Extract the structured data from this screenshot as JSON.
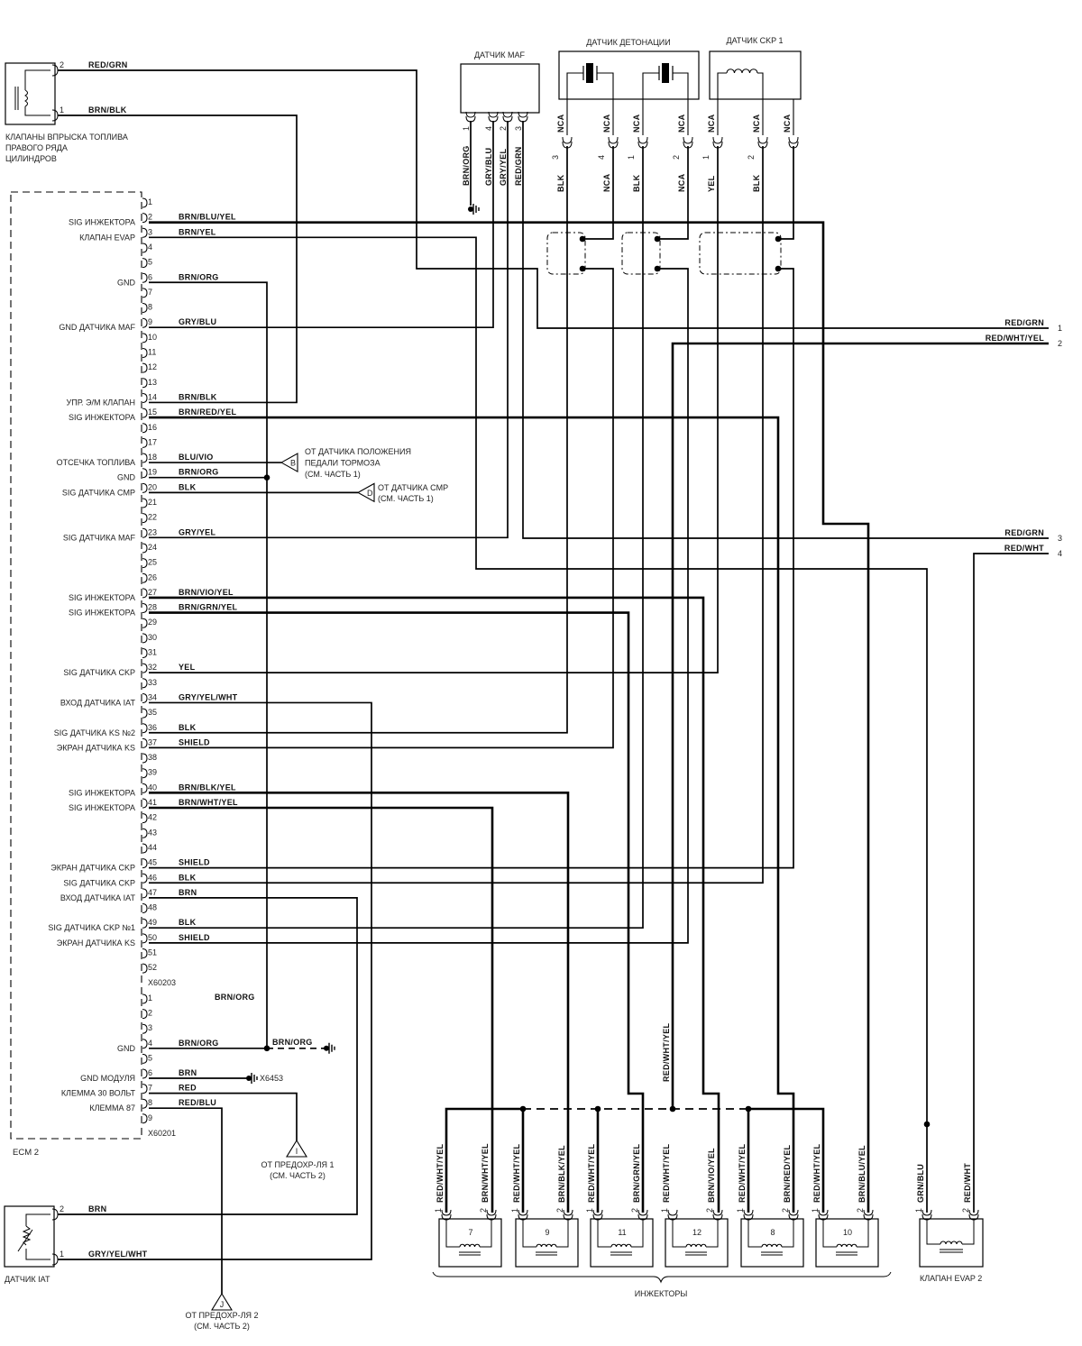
{
  "ecm": {
    "name": "ECM 2",
    "connector1": "X60203",
    "connector2": "X60201",
    "bridge_wire": "BRN/ORG",
    "pins1": [
      {
        "n": "1",
        "func": "",
        "wire": ""
      },
      {
        "n": "2",
        "func": "SIG ИНЖЕКТОРА",
        "wire": "BRN/BLU/YEL"
      },
      {
        "n": "3",
        "func": "КЛАПАН EVAP",
        "wire": "BRN/YEL"
      },
      {
        "n": "4",
        "func": "",
        "wire": ""
      },
      {
        "n": "5",
        "func": "",
        "wire": ""
      },
      {
        "n": "6",
        "func": "GND",
        "wire": "BRN/ORG"
      },
      {
        "n": "7",
        "func": "",
        "wire": ""
      },
      {
        "n": "8",
        "func": "",
        "wire": ""
      },
      {
        "n": "9",
        "func": "GND ДАТЧИКА MAF",
        "wire": "GRY/BLU"
      },
      {
        "n": "10",
        "func": "",
        "wire": ""
      },
      {
        "n": "11",
        "func": "",
        "wire": ""
      },
      {
        "n": "12",
        "func": "",
        "wire": ""
      },
      {
        "n": "13",
        "func": "",
        "wire": ""
      },
      {
        "n": "14",
        "func": "УПР. Э/М КЛАПАН",
        "wire": "BRN/BLK"
      },
      {
        "n": "15",
        "func": "SIG ИНЖЕКТОРА",
        "wire": "BRN/RED/YEL"
      },
      {
        "n": "16",
        "func": "",
        "wire": ""
      },
      {
        "n": "17",
        "func": "",
        "wire": ""
      },
      {
        "n": "18",
        "func": "ОТСЕЧКА ТОПЛИВА",
        "wire": "BLU/VIO"
      },
      {
        "n": "19",
        "func": "GND",
        "wire": "BRN/ORG"
      },
      {
        "n": "20",
        "func": "SIG ДАТЧИКА CMP",
        "wire": "BLK"
      },
      {
        "n": "21",
        "func": "",
        "wire": ""
      },
      {
        "n": "22",
        "func": "",
        "wire": ""
      },
      {
        "n": "23",
        "func": "SIG ДАТЧИКА MAF",
        "wire": "GRY/YEL"
      },
      {
        "n": "24",
        "func": "",
        "wire": ""
      },
      {
        "n": "25",
        "func": "",
        "wire": ""
      },
      {
        "n": "26",
        "func": "",
        "wire": ""
      },
      {
        "n": "27",
        "func": "SIG ИНЖЕКТОРА",
        "wire": "BRN/VIO/YEL"
      },
      {
        "n": "28",
        "func": "SIG ИНЖЕКТОРА",
        "wire": "BRN/GRN/YEL"
      },
      {
        "n": "29",
        "func": "",
        "wire": ""
      },
      {
        "n": "30",
        "func": "",
        "wire": ""
      },
      {
        "n": "31",
        "func": "",
        "wire": ""
      },
      {
        "n": "32",
        "func": "SIG ДАТЧИКА CKP",
        "wire": "YEL"
      },
      {
        "n": "33",
        "func": "",
        "wire": ""
      },
      {
        "n": "34",
        "func": "ВХОД ДАТЧИКА IAT",
        "wire": "GRY/YEL/WHT"
      },
      {
        "n": "35",
        "func": "",
        "wire": ""
      },
      {
        "n": "36",
        "func": "SIG ДАТЧИКА KS №2",
        "wire": "BLK"
      },
      {
        "n": "37",
        "func": "ЭКРАН ДАТЧИКА KS",
        "wire": "SHIELD"
      },
      {
        "n": "38",
        "func": "",
        "wire": ""
      },
      {
        "n": "39",
        "func": "",
        "wire": ""
      },
      {
        "n": "40",
        "func": "SIG ИНЖЕКТОРА",
        "wire": "BRN/BLK/YEL"
      },
      {
        "n": "41",
        "func": "SIG ИНЖЕКТОРА",
        "wire": "BRN/WHT/YEL"
      },
      {
        "n": "42",
        "func": "",
        "wire": ""
      },
      {
        "n": "43",
        "func": "",
        "wire": ""
      },
      {
        "n": "44",
        "func": "",
        "wire": ""
      },
      {
        "n": "45",
        "func": "ЭКРАН ДАТЧИКА CKP",
        "wire": "SHIELD"
      },
      {
        "n": "46",
        "func": "SIG ДАТЧИКА CKP",
        "wire": "BLK"
      },
      {
        "n": "47",
        "func": "ВХОД ДАТЧИКА IAT",
        "wire": "BRN"
      },
      {
        "n": "48",
        "func": "",
        "wire": ""
      },
      {
        "n": "49",
        "func": "SIG ДАТЧИКА CKP №1",
        "wire": "BLK"
      },
      {
        "n": "50",
        "func": "ЭКРАН ДАТЧИКА KS",
        "wire": "SHIELD"
      },
      {
        "n": "51",
        "func": "",
        "wire": ""
      },
      {
        "n": "52",
        "func": "",
        "wire": ""
      }
    ],
    "pins2": [
      {
        "n": "1",
        "func": "",
        "wire": ""
      },
      {
        "n": "2",
        "func": "",
        "wire": ""
      },
      {
        "n": "3",
        "func": "",
        "wire": ""
      },
      {
        "n": "4",
        "func": "GND",
        "wire": "BRN/ORG"
      },
      {
        "n": "5",
        "func": "",
        "wire": ""
      },
      {
        "n": "6",
        "func": "GND МОДУЛЯ",
        "wire": "BRN"
      },
      {
        "n": "7",
        "func": "КЛЕММА 30 ВОЛЬТ",
        "wire": "RED"
      },
      {
        "n": "8",
        "func": "КЛЕММА 87",
        "wire": "RED/BLU"
      },
      {
        "n": "9",
        "func": "",
        "wire": ""
      }
    ]
  },
  "ground": {
    "wire": "BRN/ORG",
    "module_ground_id": "X6453"
  },
  "fuel_valves": {
    "label_lines": [
      "КЛАПАНЫ ВПРЫСКА ТОПЛИВА",
      "ПРАВОГО РЯДА",
      "ЦИЛИНДРОВ"
    ],
    "pins": [
      {
        "n": "2",
        "wire": "RED/GRN"
      },
      {
        "n": "1",
        "wire": "BRN/BLK"
      }
    ]
  },
  "maf": {
    "title": "ДАТЧИК MAF",
    "pins": [
      {
        "n": "1",
        "wire": "BRN/ORG"
      },
      {
        "n": "4",
        "wire": "GRY/BLU"
      },
      {
        "n": "2",
        "wire": "GRY/YEL"
      },
      {
        "n": "3",
        "wire": "RED/GRN"
      }
    ]
  },
  "knock": {
    "title": "ДАТЧИК ДЕТОНАЦИИ",
    "pins": [
      {
        "side": "NCA",
        "n": "3",
        "wire": "BLK"
      },
      {
        "side": "NCA",
        "n": "4",
        "wire": "NCA"
      },
      {
        "side": "NCA",
        "n": "1",
        "wire": "BLK"
      },
      {
        "side": "NCA",
        "n": "2",
        "wire": "NCA"
      }
    ]
  },
  "ckp": {
    "title": "ДАТЧИК CKP 1",
    "pins": [
      {
        "side": "NCA",
        "n": "1",
        "wire": "YEL"
      },
      {
        "side": "NCA",
        "n": "2",
        "wire": "BLK"
      },
      {
        "side": "NCA"
      }
    ]
  },
  "outputs": [
    {
      "wire": "RED/GRN",
      "n": "1"
    },
    {
      "wire": "RED/WHT/YEL",
      "n": "2"
    },
    {
      "wire": "RED/GRN",
      "n": "3"
    },
    {
      "wire": "RED/WHT",
      "n": "4"
    }
  ],
  "refs": {
    "B": {
      "letter": "B",
      "lines": [
        "ОТ ДАТЧИКА ПОЛОЖЕНИЯ",
        "ПЕДАЛИ ТОРМОЗА",
        "(СМ. ЧАСТЬ 1)"
      ]
    },
    "D": {
      "letter": "D",
      "lines": [
        "ОТ ДАТЧИКА CMP",
        "(СМ. ЧАСТЬ 1)"
      ]
    },
    "I": {
      "letter": "I",
      "lines": [
        "ОТ ПРЕДОХР-ЛЯ 1",
        "(СМ. ЧАСТЬ 2)"
      ]
    },
    "J": {
      "letter": "J",
      "lines": [
        "ОТ ПРЕДОХР-ЛЯ 2",
        "(СМ. ЧАСТЬ 2)"
      ]
    }
  },
  "injectors": {
    "label": "ИНЖЕКТОРЫ",
    "bus_wire": "RED/WHT/YEL",
    "items": [
      {
        "num": "7",
        "pin1": "1",
        "wire1": "RED/WHT/YEL",
        "pin2": "2",
        "wire2": "BRN/WHT/YEL"
      },
      {
        "num": "9",
        "pin1": "1",
        "wire1": "RED/WHT/YEL",
        "pin2": "2",
        "wire2": "BRN/BLK/YEL"
      },
      {
        "num": "11",
        "pin1": "1",
        "wire1": "RED/WHT/YEL",
        "pin2": "2",
        "wire2": "BRN/GRN/YEL"
      },
      {
        "num": "12",
        "pin1": "1",
        "wire1": "RED/WHT/YEL",
        "pin2": "2",
        "wire2": "BRN/VIO/YEL"
      },
      {
        "num": "8",
        "pin1": "1",
        "wire1": "RED/WHT/YEL",
        "pin2": "2",
        "wire2": "BRN/RED/YEL"
      },
      {
        "num": "10",
        "pin1": "1",
        "wire1": "RED/WHT/YEL",
        "pin2": "2",
        "wire2": "BRN/BLU/YEL"
      }
    ]
  },
  "evap": {
    "label": "КЛАПАН EVAP 2",
    "pins": [
      {
        "n": "1",
        "wire": "GRN/BLU"
      },
      {
        "n": "2",
        "wire": "RED/WHT"
      }
    ]
  },
  "iat": {
    "label": "ДАТЧИК IAT",
    "pins": [
      {
        "n": "2",
        "wire": "BRN"
      },
      {
        "n": "1",
        "wire": "GRY/YEL/WHT"
      }
    ]
  }
}
